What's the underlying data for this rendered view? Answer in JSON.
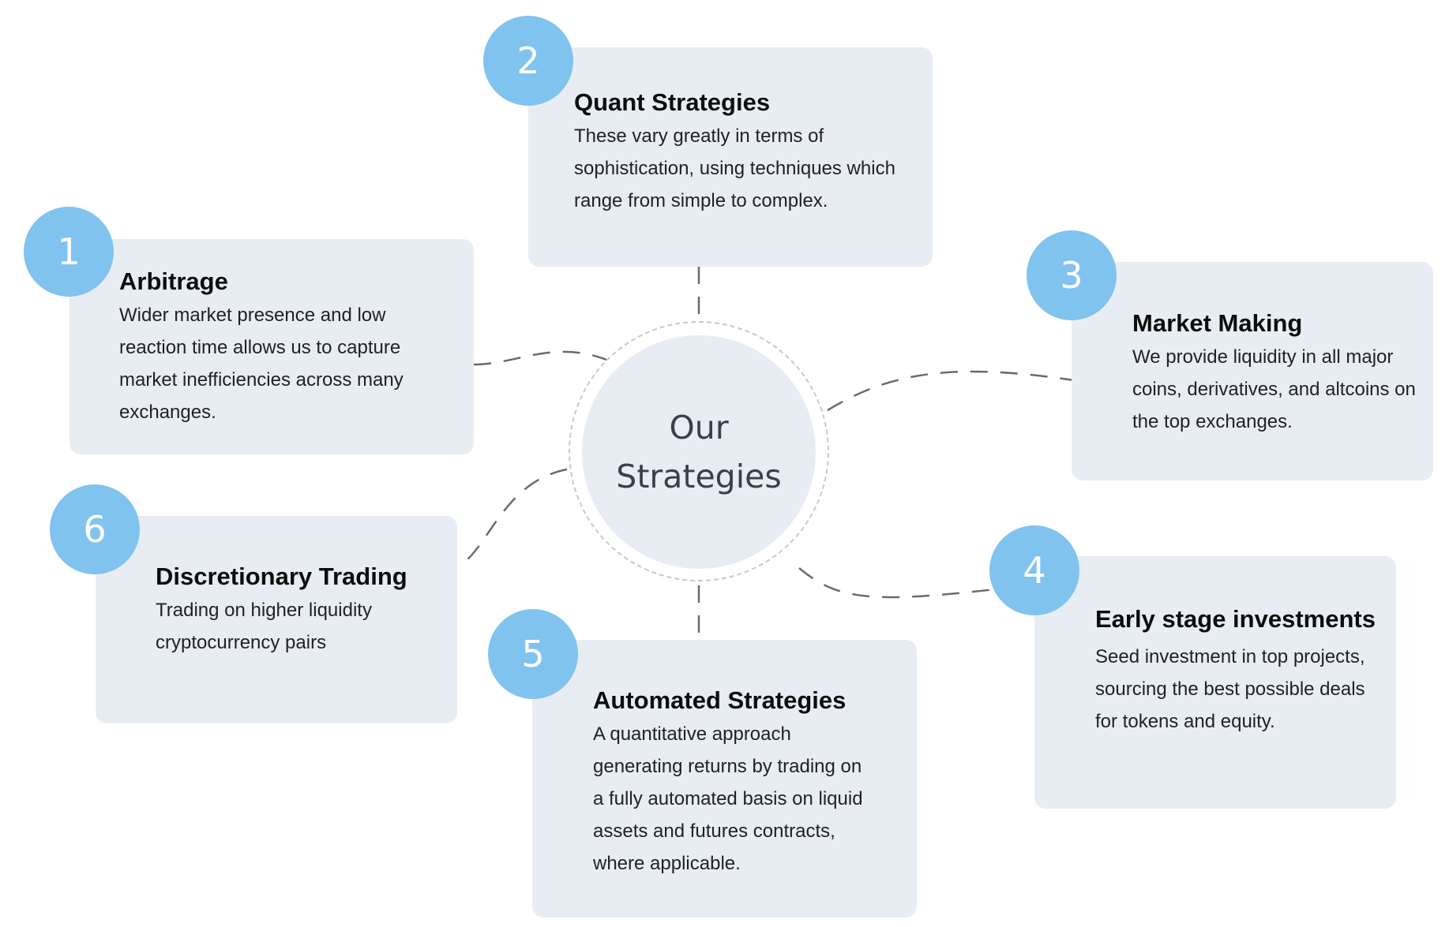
{
  "hub": {
    "label": "Our Strategies"
  },
  "strategies": [
    {
      "number": "1",
      "title": "Arbitrage",
      "description": "Wider market presence and low reaction time allows us to capture market inefficiencies across many exchanges."
    },
    {
      "number": "2",
      "title": "Quant Strategies",
      "description": "These vary greatly in terms of sophistication, using techniques which range from simple to complex."
    },
    {
      "number": "3",
      "title": "Market Making",
      "description": "We provide liquidity in all major coins, derivatives, and altcoins on the top exchanges."
    },
    {
      "number": "4",
      "title": "Early stage investments",
      "description": "Seed investment in top projects, sourcing the best possible deals for tokens and equity."
    },
    {
      "number": "5",
      "title": "Automated Strategies",
      "description": "A quantitative approach generating returns by trading on a fully automated basis on liquid assets and futures contracts, where applicable."
    },
    {
      "number": "6",
      "title": "Discretionary Trading",
      "description": "Trading on higher liquidity cryptocurrency pairs"
    }
  ],
  "colors": {
    "badge": "#80c3ef",
    "card": "#e8edf4",
    "connector": "#6b6b6b",
    "hub_ring": "#c9c9c9"
  }
}
